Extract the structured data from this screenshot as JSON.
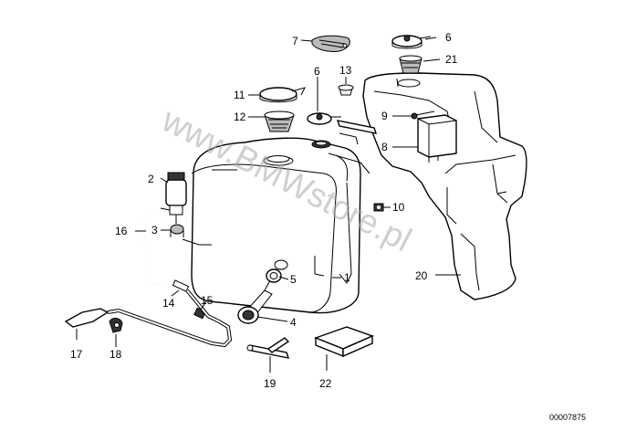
{
  "diagram": {
    "doc_number": "00007875",
    "watermark": "www.BMWstore.pl",
    "callouts": [
      {
        "id": "c1",
        "label": "1"
      },
      {
        "id": "c2",
        "label": "2"
      },
      {
        "id": "c3",
        "label": "3"
      },
      {
        "id": "c4",
        "label": "4"
      },
      {
        "id": "c5",
        "label": "5"
      },
      {
        "id": "c6a",
        "label": "6"
      },
      {
        "id": "c6b",
        "label": "6"
      },
      {
        "id": "c7",
        "label": "7"
      },
      {
        "id": "c8",
        "label": "8"
      },
      {
        "id": "c9",
        "label": "9"
      },
      {
        "id": "c10",
        "label": "10"
      },
      {
        "id": "c11",
        "label": "11"
      },
      {
        "id": "c12",
        "label": "12"
      },
      {
        "id": "c13",
        "label": "13"
      },
      {
        "id": "c14",
        "label": "14"
      },
      {
        "id": "c15",
        "label": "15"
      },
      {
        "id": "c16",
        "label": "16"
      },
      {
        "id": "c17",
        "label": "17"
      },
      {
        "id": "c18",
        "label": "18"
      },
      {
        "id": "c19",
        "label": "19"
      },
      {
        "id": "c20",
        "label": "20"
      },
      {
        "id": "c21",
        "label": "21"
      },
      {
        "id": "c22",
        "label": "22"
      }
    ]
  }
}
